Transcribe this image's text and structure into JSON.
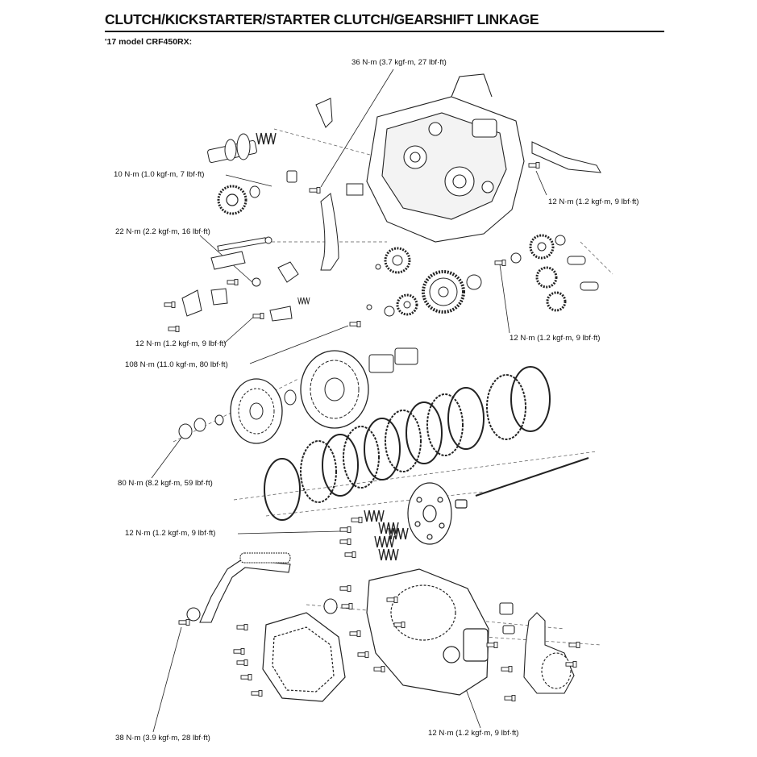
{
  "page": {
    "title": "CLUTCH/KICKSTARTER/STARTER CLUTCH/GEARSHIFT LINKAGE",
    "model": "'17 model CRF450RX:"
  },
  "torques": [
    "36 N·m (3.7 kgf·m, 27 lbf·ft)",
    "10 N·m (1.0 kgf·m, 7 lbf·ft)",
    "12 N·m (1.2 kgf·m, 9 lbf·ft)",
    "22 N·m (2.2 kgf·m, 16 lbf·ft)",
    "12 N·m (1.2 kgf·m, 9 lbf·ft)",
    "12 N·m (1.2 kgf·m, 9 lbf·ft)",
    "108 N·m (11.0 kgf·m, 80 lbf·ft)",
    "80 N·m (8.2 kgf·m, 59 lbf·ft)",
    "12 N·m (1.2 kgf·m, 9 lbf·ft)",
    "38 N·m (3.9 kgf·m, 28 lbf·ft)",
    "12 N·m (1.2 kgf·m, 9 lbf·ft)"
  ]
}
